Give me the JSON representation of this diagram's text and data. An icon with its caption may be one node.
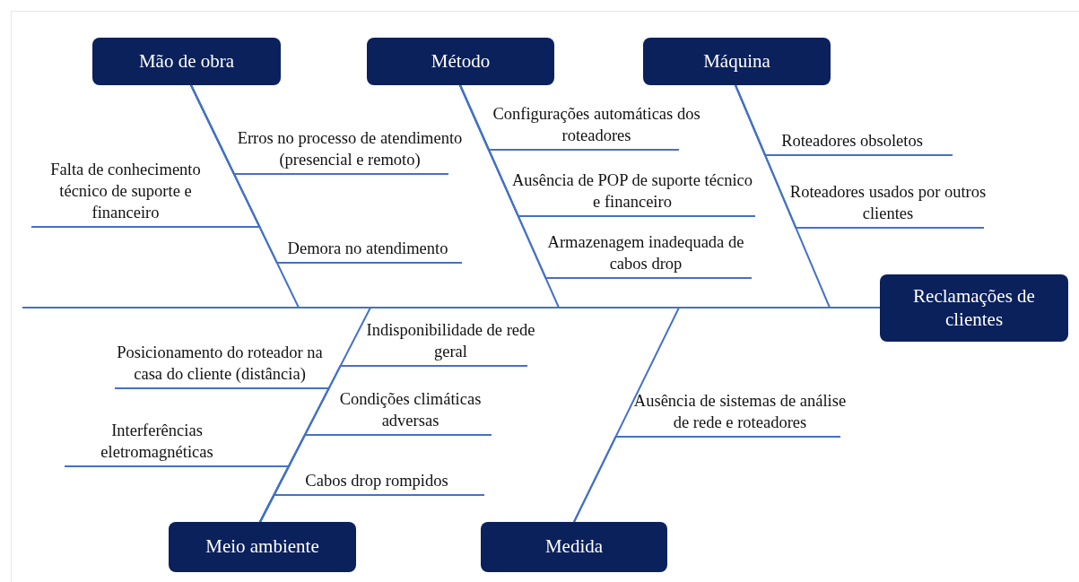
{
  "diagram": {
    "nodes": [
      {
        "text": [
          "Mão de obra"
        ]
      },
      {
        "text": [
          "Método"
        ]
      },
      {
        "text": [
          "Máquina"
        ]
      },
      {
        "text": [
          "Erros no processo de atendimento (presencial e remoto)"
        ]
      },
      {
        "text": [
          "Falta de conhecimento técnico de suporte e financeiro"
        ]
      },
      {
        "text": [
          "Demora no atendimento"
        ]
      },
      {
        "text": [
          "Configurações automáticas dos roteadores"
        ]
      },
      {
        "text": [
          "Ausência de POP de suporte técnico e financeiro"
        ]
      },
      {
        "text": [
          "Armazenagem inadequada de cabos drop"
        ]
      },
      {
        "text": [
          "Roteadores obsoletos"
        ]
      },
      {
        "text": [
          "Roteadores usados por outros clientes"
        ]
      },
      {
        "text": [
          "Reclamações de clientes"
        ]
      },
      {
        "text": [
          "Indisponibilidade de rede geral"
        ]
      },
      {
        "text": [
          "Posicionamento do roteador na casa do cliente (distância)"
        ]
      },
      {
        "text": [
          "Condições climáticas adversas"
        ]
      },
      {
        "text": [
          "Interferências eletromagnéticas"
        ]
      },
      {
        "text": [
          "Cabos drop rompidos"
        ]
      },
      {
        "text": [
          "Ausência de sistemas de análise de rede e roteadores"
        ]
      },
      {
        "text": [
          "Meio ambiente"
        ]
      },
      {
        "text": [
          "Medida"
        ]
      }
    ],
    "edges": [
      {
        "from": 0,
        "to": 11,
        "arrow": "none"
      },
      {
        "from": 1,
        "to": 11,
        "arrow": "none"
      },
      {
        "from": 2,
        "to": 11,
        "arrow": "none"
      },
      {
        "from": 3,
        "to": 0,
        "arrow": "none"
      },
      {
        "from": 4,
        "to": 0,
        "arrow": "none"
      },
      {
        "from": 5,
        "to": 0,
        "arrow": "none"
      },
      {
        "from": 6,
        "to": 1,
        "arrow": "none"
      },
      {
        "from": 7,
        "to": 1,
        "arrow": "none"
      },
      {
        "from": 8,
        "to": 1,
        "arrow": "none"
      },
      {
        "from": 9,
        "to": 2,
        "arrow": "none"
      },
      {
        "from": 10,
        "to": 2,
        "arrow": "none"
      },
      {
        "from": 12,
        "to": 18,
        "arrow": "none"
      },
      {
        "from": 13,
        "to": 18,
        "arrow": "none"
      },
      {
        "from": 14,
        "to": 18,
        "arrow": "none"
      },
      {
        "from": 15,
        "to": 18,
        "arrow": "none"
      },
      {
        "from": 16,
        "to": 18,
        "arrow": "none"
      },
      {
        "from": 17,
        "to": 19,
        "arrow": "none"
      },
      {
        "from": 18,
        "to": 11,
        "arrow": "none"
      },
      {
        "from": 19,
        "to": 11,
        "arrow": "none"
      }
    ]
  }
}
